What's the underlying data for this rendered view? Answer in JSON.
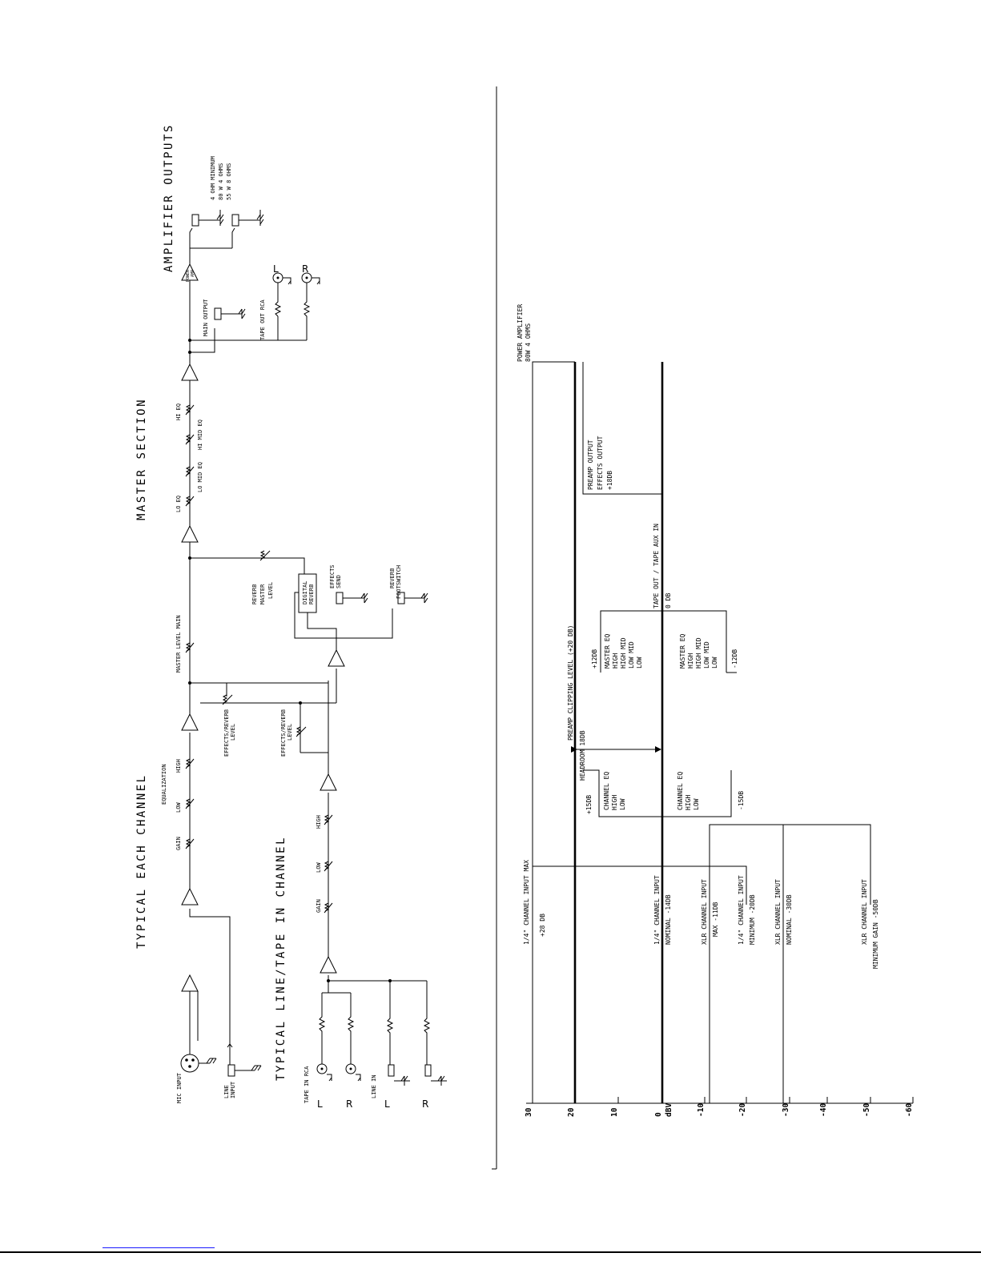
{
  "left": {
    "title_channel": "TYPICAL EACH CHANNEL",
    "title_line": "TYPICAL LINE/TAPE IN CHANNEL",
    "title_master": "MASTER SECTION",
    "title_outputs": "AMPLIFIER OUTPUTS",
    "mic_input": "MIC INPUT",
    "line_input": [
      "LINE",
      "INPUT"
    ],
    "gain": "GAIN",
    "low": "LOW",
    "high": "HIGH",
    "equalization": "EQUALIZATION",
    "effects_level_1": [
      "EFFECTS/REVERB",
      "LEVEL"
    ],
    "effects_level_2": [
      "EFFECTS/REVERB",
      "LEVEL"
    ],
    "tape_in_rca": "TAPE IN RCA",
    "line_in": "LINE IN",
    "L": "L",
    "R": "R",
    "master_level_main": "MASTER LEVEL MAIN",
    "reverb_master": [
      "REVERB",
      "MASTER",
      "LEVEL"
    ],
    "digital_reverb": [
      "DIGITAL",
      "REVERB"
    ],
    "effects_send": [
      "EFFECTS",
      "SEND"
    ],
    "reverb_footswitch": [
      "REVERB",
      "FOOTSWITCH"
    ],
    "lo_eq": "LO EQ",
    "lo_mid_eq": "LO MID EQ",
    "hi_mid_eq": "HI MID EQ",
    "hi_eq": "HI EQ",
    "main_output": "MAIN OUTPUT",
    "tape_out_rca": "TAPE OUT RCA",
    "power_amp": [
      "POWER",
      "AMP"
    ],
    "out_spec": [
      "4 OHM MINIMUM",
      "80 W 4 OHMS",
      "55 W 8 OHMS"
    ]
  },
  "right": {
    "scale": [
      "30",
      "20",
      "10",
      "0",
      "dBV",
      "-10",
      "-20",
      "-30",
      "-40",
      "-50",
      "-60"
    ],
    "power_amp_title": "POWER AMPLIFIER",
    "power_amp_sub": "80W 4 OHMS",
    "preamp_clipping": "PREAMP CLIPPING LEVEL     (+20 DB)",
    "headroom": "HEADROOM 18DB",
    "tape_out": "TAPE  OUT / TAPE AUX IN",
    "zero_db": "0 DB",
    "preamp_output": [
      "PREAMP OUTPUT",
      "EFFECTS OUTPUT",
      "+18DB"
    ],
    "plus12": "+12DB",
    "master_eq": [
      "MASTER EQ",
      "HIGH",
      "HIGH MID",
      "LOW MID",
      "LOW"
    ],
    "master_eq_2": [
      "MASTER EQ",
      "HIGH",
      "HIGH MID",
      "LOW MID",
      "LOW"
    ],
    "minus12": "-12DB",
    "plus15": "+15DB",
    "channel_eq": [
      "CHANNEL EQ",
      "HIGH",
      "LOW"
    ],
    "channel_eq_2": [
      "CHANNEL EQ",
      "HIGH",
      "LOW"
    ],
    "minus15": "-15DB",
    "input_max": [
      "1/4\" CHANNEL INPUT MAX",
      "+28 DB"
    ],
    "input_nom": [
      "1/4\" CHANNEL INPUT",
      "NOMINAL  -14DB"
    ],
    "xlr_max": [
      "XLR CHANNEL INPUT",
      "MAX  -11DB"
    ],
    "input_min": [
      "1/4\" CHANNEL INPUT",
      "MINIMUM -20DB"
    ],
    "xlr_nom": [
      "XLR CHANNEL INPUT",
      "NOMINAL  -30DB"
    ],
    "xlr_min": [
      "XLR CHANNEL INPUT",
      "MINIMUM  GAIN -50DB"
    ]
  }
}
